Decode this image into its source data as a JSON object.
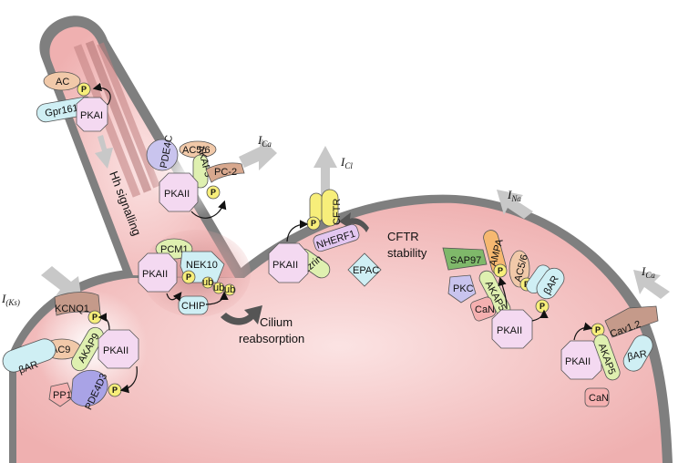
{
  "colors": {
    "membrane": "#8a8a8a",
    "cytoplasm": "#f1b7b7",
    "pka": "#f4d9f1",
    "akap": "#dff0b0",
    "phospho": "#f7ee7a",
    "cyan": "#cfeff4",
    "ac": "#f1c9a9",
    "pde": "#c9c4ee",
    "arrow": "#c8c8c8"
  },
  "cilium": {
    "signalling": "Hh signalling",
    "ac": "AC",
    "gpr161": "Gpr161",
    "pkai": "PKAI",
    "pde4c": "PDE4C",
    "ac56": "AC5/6",
    "akap5": "AKAP5",
    "pc2": "PC-2",
    "pkaii": "PKAII",
    "current_i": "I",
    "current_sub": "Ca"
  },
  "basal_body": {
    "pcm1": "PCM1",
    "pkaii": "PKAII",
    "nek10": "NEK10",
    "chip": "CHIP",
    "ub": "ub",
    "reabsorption_1": "Cilium",
    "reabsorption_2": "reabsorption"
  },
  "cftr": {
    "current_i": "I",
    "current_sub": "Cl",
    "cftr": "CFTR",
    "nherf1": "NHERF1",
    "ezrin": "Ezrin",
    "pkaii": "PKAII",
    "epac": "EPAC",
    "stability_1": "CFTR",
    "stability_2": "stability"
  },
  "ks": {
    "current_i": "I",
    "current_sub": "(Ks)",
    "kcnq1": "KCNQ1",
    "ac9": "AC9",
    "akap9": "AKAP9",
    "pkaii": "PKAII",
    "bar": "βAR",
    "pp1": "PP1",
    "pde4d3": "PDE4D3"
  },
  "na": {
    "current_i": "I",
    "current_sub": "Na",
    "sap97": "SAP97",
    "ampa": "AMPA",
    "ac56": "AC5/6",
    "pkc": "PKC",
    "akap5": "AKAP5",
    "bar": "βAR",
    "can": "CaN",
    "pkaii": "PKAII"
  },
  "cav": {
    "current_i": "I",
    "current_sub": "Ca",
    "cav12": "Cav1.2",
    "pkaii": "PKAII",
    "akap5": "AKAP5",
    "bar": "βAR",
    "can": "CaN"
  },
  "phospho": "P"
}
